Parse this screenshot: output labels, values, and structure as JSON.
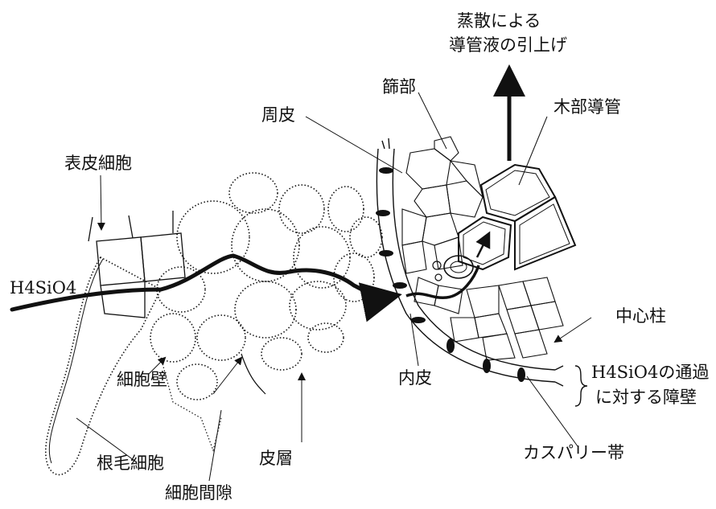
{
  "labels": {
    "transpiration_line1": "蒸散による",
    "transpiration_line2": "導管液の引上げ",
    "phloem": "篩部",
    "xylem_vessel": "木部導管",
    "pericycle": "周皮",
    "epidermal_cell": "表皮細胞",
    "silicic_acid": "H4SiO4",
    "central_cylinder": "中心柱",
    "barrier_line1": "H4SiO4の通過",
    "barrier_line2": "に対する障壁",
    "cell_wall": "細胞壁",
    "endodermis": "内皮",
    "root_hair_cell": "根毛細胞",
    "cortex": "皮層",
    "casparian_strip": "カスパリー帯",
    "intercellular_space": "細胞間隙"
  },
  "colors": {
    "ink": "#111111",
    "background": "#ffffff"
  }
}
